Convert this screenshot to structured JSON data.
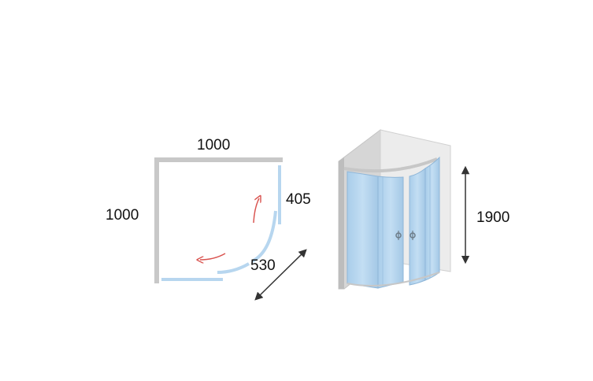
{
  "plan_view": {
    "width_label": "1000",
    "depth_label": "1000",
    "side_panel_label": "405",
    "door_diagonal_label": "530"
  },
  "elevation_view": {
    "height_label": "1900"
  },
  "colors": {
    "wall": "#c8c8c8",
    "glass": "#b7d6ef",
    "glass_edge": "#8fb6d8",
    "arrow": "#d9534f",
    "dimension_line": "#333333",
    "text": "#111111"
  }
}
